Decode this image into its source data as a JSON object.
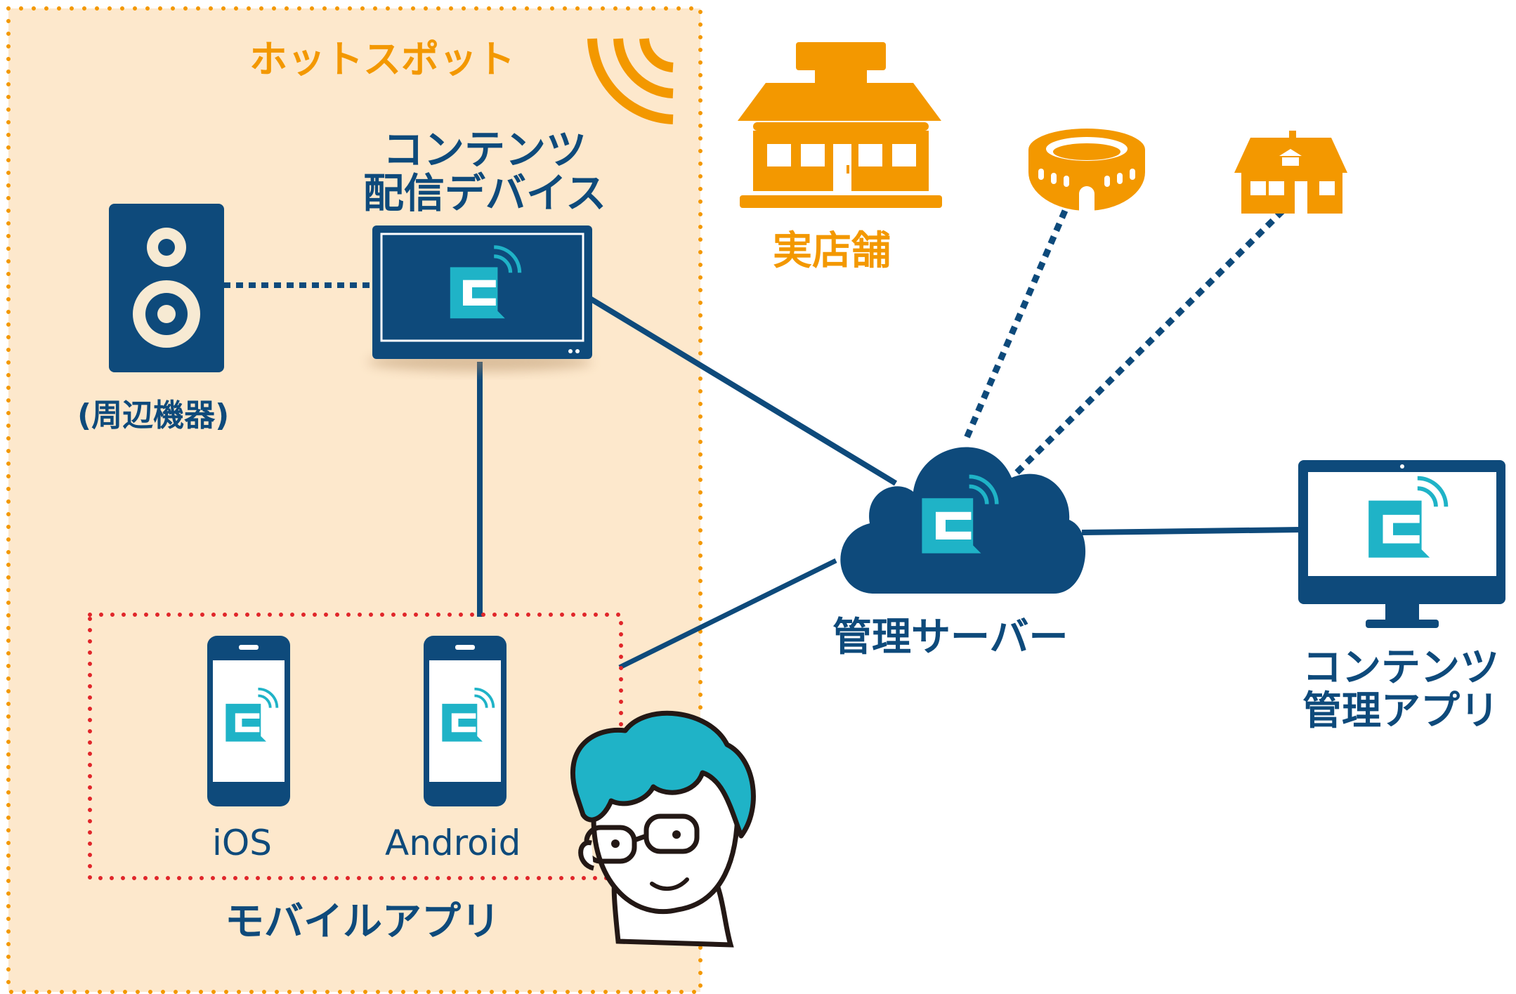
{
  "colors": {
    "navy": "#0e4a7b",
    "orange": "#f39800",
    "hotspot_fill": "#fde8cc",
    "teal": "#1fb3c7",
    "mobile_border": "#e0262a"
  },
  "hotspot": {
    "label": "ホットスポット",
    "icon": "wifi-signal-icon"
  },
  "peripheral": {
    "label": "(周辺機器)",
    "icon": "speaker-icon"
  },
  "content_device": {
    "label_line1": "コンテンツ",
    "label_line2": "配信デバイス",
    "icon": "display-screen-icon"
  },
  "stores": {
    "label": "実店舗",
    "icons": [
      "shop-icon",
      "stadium-icon",
      "house-icon"
    ]
  },
  "server": {
    "label": "管理サーバー",
    "icon": "cloud-icon"
  },
  "management_app": {
    "label_line1": "コンテンツ",
    "label_line2": "管理アプリ",
    "icon": "desktop-monitor-icon"
  },
  "mobile_app": {
    "label": "モバイルアプリ",
    "platforms": [
      {
        "label": "iOS",
        "icon": "smartphone-icon"
      },
      {
        "label": "Android",
        "icon": "smartphone-icon"
      }
    ]
  },
  "user": {
    "icon": "user-face-icon"
  }
}
